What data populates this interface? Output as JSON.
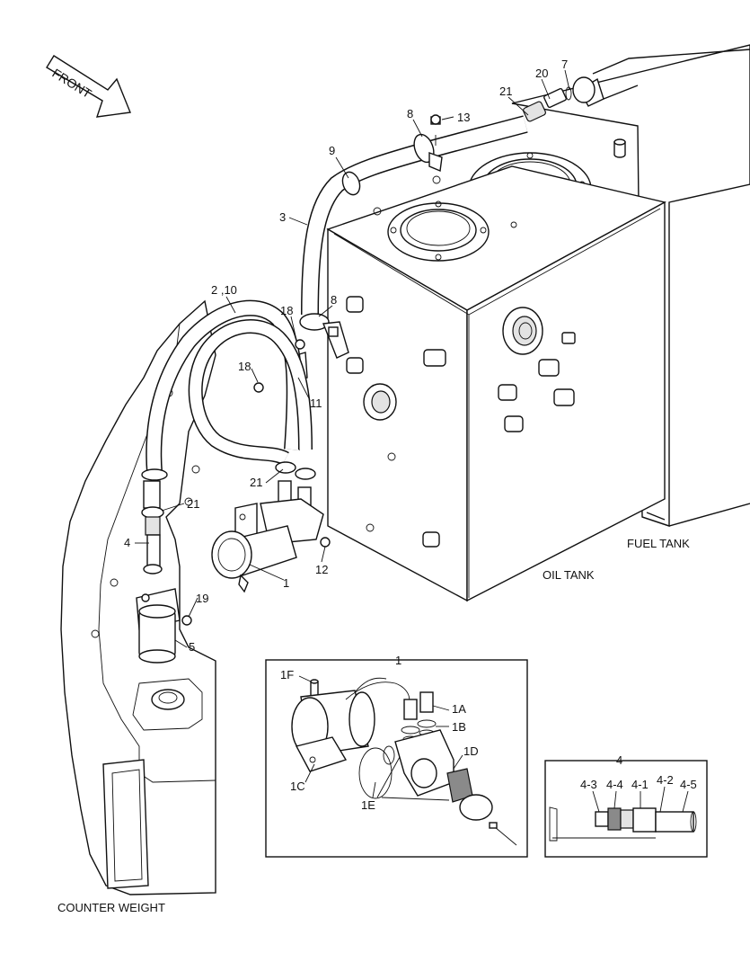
{
  "direction_arrow": "FRONT",
  "labels": {
    "fuel_tank": "FUEL TANK",
    "oil_tank": "OIL TANK",
    "counter_weight": "COUNTER WEIGHT"
  },
  "callouts": {
    "c20": "20",
    "c7": "7",
    "c21_top": "21",
    "c8_top": "8",
    "c13": "13",
    "c9": "9",
    "c3": "3",
    "c2_10": "2 ,10",
    "c8_mid": "8",
    "c18_top": "18",
    "c18_mid": "18",
    "c11": "11",
    "c21_mid": "21",
    "c21_left": "21",
    "c4": "4",
    "c12": "12",
    "c1": "1",
    "c19": "19",
    "c5": "5"
  },
  "detail_1": {
    "title": "1",
    "parts": {
      "p1F": "1F",
      "p1A": "1A",
      "p1B": "1B",
      "p1D": "1D",
      "p1C": "1C",
      "p1E": "1E"
    }
  },
  "detail_4": {
    "title": "4",
    "parts": {
      "p4_3": "4-3",
      "p4_4": "4-4",
      "p4_1": "4-1",
      "p4_2": "4-2",
      "p4_5": "4-5"
    }
  }
}
